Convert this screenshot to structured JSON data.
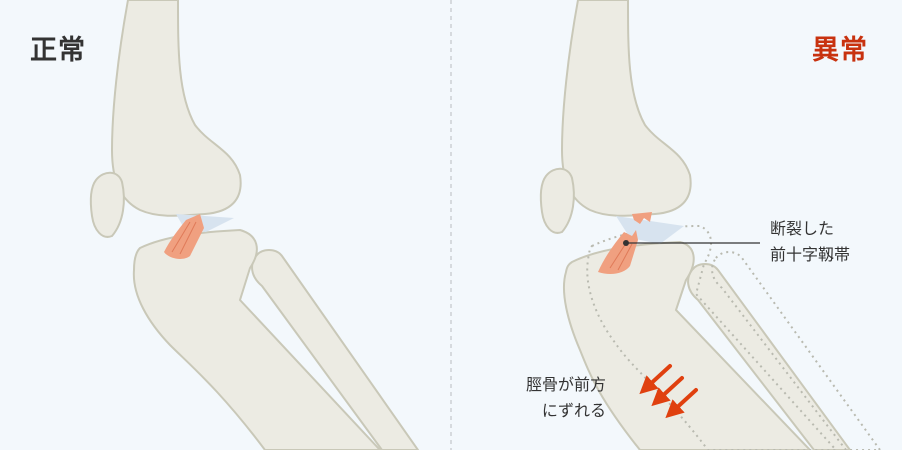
{
  "panels": {
    "normal": {
      "label": "正常",
      "color": "#333333"
    },
    "abnormal": {
      "label": "異常",
      "color": "#c8320f"
    }
  },
  "annotations": {
    "ligament": {
      "line1": "断裂した",
      "line2": "前十字靱帯"
    },
    "shift": {
      "line1": "脛骨が前方",
      "line2": "にずれる"
    }
  },
  "colors": {
    "background": "#f3f8fc",
    "bone_fill": "#ecebe3",
    "bone_outline": "#c9c8b8",
    "ligament": "#f0a080",
    "cartilage": "#d7e3ef",
    "arrow": "#e0400f",
    "dotted_outline": "#b9bab0"
  },
  "icons": [
    "red-arrow-icon"
  ]
}
